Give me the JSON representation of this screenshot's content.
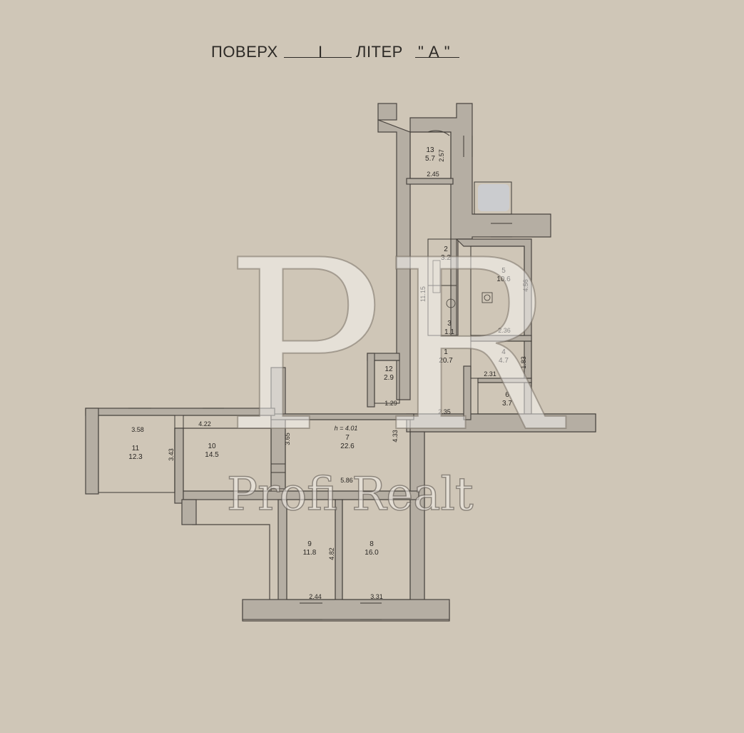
{
  "header": {
    "floor_label": "ПОВЕРХ",
    "floor_value": "I",
    "liter_label": "ЛІТЕР",
    "liter_value": "\" А \""
  },
  "rooms": [
    {
      "id": "13",
      "num": "13",
      "area": "5.7"
    },
    {
      "id": "2",
      "num": "2",
      "area": "3.2"
    },
    {
      "id": "3",
      "num": "3",
      "area": "1.1"
    },
    {
      "id": "5",
      "num": "5",
      "area": "10.6"
    },
    {
      "id": "1",
      "num": "1",
      "area": "20.7"
    },
    {
      "id": "4",
      "num": "4",
      "area": "4.7"
    },
    {
      "id": "6",
      "num": "6",
      "area": "3.7"
    },
    {
      "id": "12",
      "num": "12",
      "area": "2.9"
    },
    {
      "id": "7",
      "num": "7",
      "area": "22.6"
    },
    {
      "id": "10",
      "num": "10",
      "area": "14.5"
    },
    {
      "id": "11",
      "num": "11",
      "area": "12.3"
    },
    {
      "id": "9",
      "num": "9",
      "area": "11.8"
    },
    {
      "id": "8",
      "num": "8",
      "area": "16.0"
    }
  ],
  "dimensions": [
    "2.57",
    "2.45",
    "11.15",
    "4.56",
    "2.36",
    "1.83",
    "2.31",
    "1.29",
    "2.35",
    "3.58",
    "4.22",
    "3.43",
    "3.65",
    "4.33",
    "5.86",
    "4.82",
    "2.44",
    "3.31"
  ],
  "ceiling_height": "h = 4.01",
  "watermark": {
    "logo": "PR",
    "text": "Profi Realt"
  }
}
